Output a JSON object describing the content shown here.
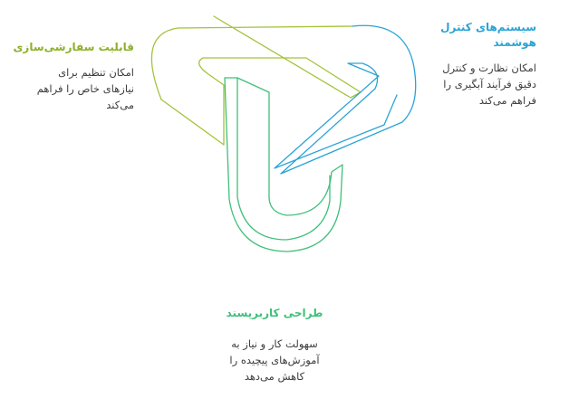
{
  "blocks": {
    "customization": {
      "title": "قابلیت سفارشی‌سازی",
      "lines": [
        "امکان تنظیم برای",
        "نیازهای خاص را فراهم",
        "می‌کند"
      ],
      "color": "#8db02a"
    },
    "smart_control": {
      "title_lines": [
        "سیستم‌های کنترل",
        "هوشمند"
      ],
      "lines": [
        "امکان نظارت و کنترل",
        "دقیق فرآیند آبگیری را",
        "فراهم می‌کند"
      ],
      "color": "#2aa3d6"
    },
    "user_friendly": {
      "title": "طراحی کاربرپسند",
      "lines": [
        "سهولت کار و نیاز به",
        "آموزش‌های پیچیده را",
        "کاهش می‌دهد"
      ],
      "color": "#3fbf7a"
    }
  }
}
